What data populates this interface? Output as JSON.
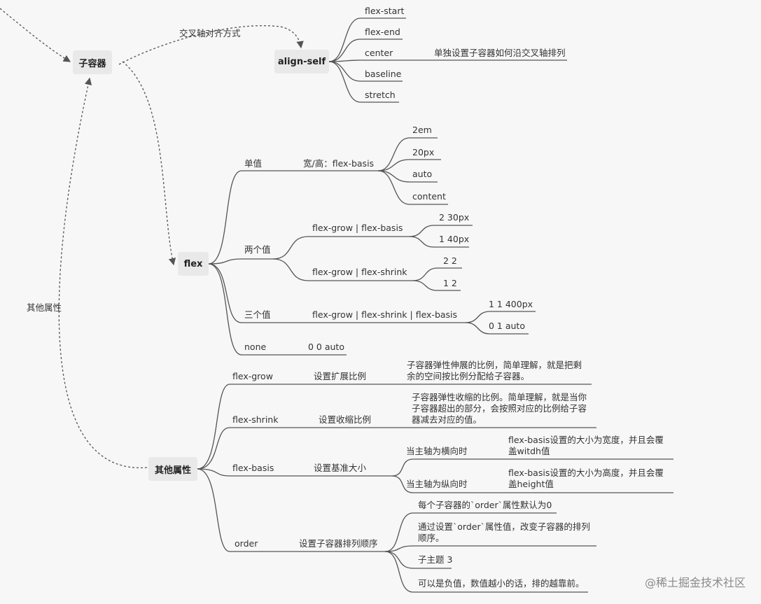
{
  "nodes": {
    "child": "子容器",
    "align_self": "align-self",
    "flex": "flex",
    "other_node": "其他属性"
  },
  "edge_labels": {
    "cross_axis": "交叉轴对齐方式",
    "other": "其他属性"
  },
  "align_self_values": [
    "flex-start",
    "flex-end",
    "center",
    "baseline",
    "stretch"
  ],
  "align_self_note": "单独设置子容器如何沿交叉轴排列",
  "flex": {
    "single": {
      "label": "单值",
      "desc": "宽/高：flex-basis",
      "values": [
        "2em",
        "20px",
        "auto",
        "content"
      ]
    },
    "two": {
      "label": "两个值",
      "a": {
        "desc": "flex-grow | flex-basis",
        "values": [
          "2 30px",
          "1 40px"
        ]
      },
      "b": {
        "desc": "flex-grow | flex-shrink",
        "values": [
          "2 2",
          "1 2"
        ]
      }
    },
    "three": {
      "label": "三个值",
      "desc": "flex-grow | flex-shrink | flex-basis",
      "values": [
        "1 1 400px",
        "0 1 auto"
      ]
    },
    "none": {
      "label": "none",
      "value": "0 0 auto"
    }
  },
  "other": {
    "grow": {
      "label": "flex-grow",
      "desc": "设置扩展比例",
      "note": "子容器弹性伸展的比例，简单理解，就是把剩余的空间按比例分配给子容器。"
    },
    "shrink": {
      "label": "flex-shrink",
      "desc": "设置收缩比例",
      "note": "子容器弹性收缩的比例。简单理解，就是当你子容器超出的部分，会按照对应的比例给子容器减去对应的值。"
    },
    "basis": {
      "label": "flex-basis",
      "desc": "设置基准大小",
      "h": {
        "label": "当主轴为横向时",
        "note": "flex-basis设置的大小为宽度，并且会覆盖witdh值"
      },
      "v": {
        "label": "当主轴为纵向时",
        "note": "flex-basis设置的大小为高度，并且会覆盖height值"
      }
    },
    "order": {
      "label": "order",
      "desc": "设置子容器排列顺序",
      "items": [
        "每个子容器的`order`属性默认为0",
        "通过设置`order`属性值，改变子容器的排列顺序。",
        "子主题 3",
        "可以是负值，数值越小的话，排的越靠前。"
      ]
    }
  },
  "watermark": "@稀土掘金技术社区",
  "colors": {
    "line": "#555555",
    "node_bg": "#e9e9e9",
    "background": "#f7f7f7"
  }
}
